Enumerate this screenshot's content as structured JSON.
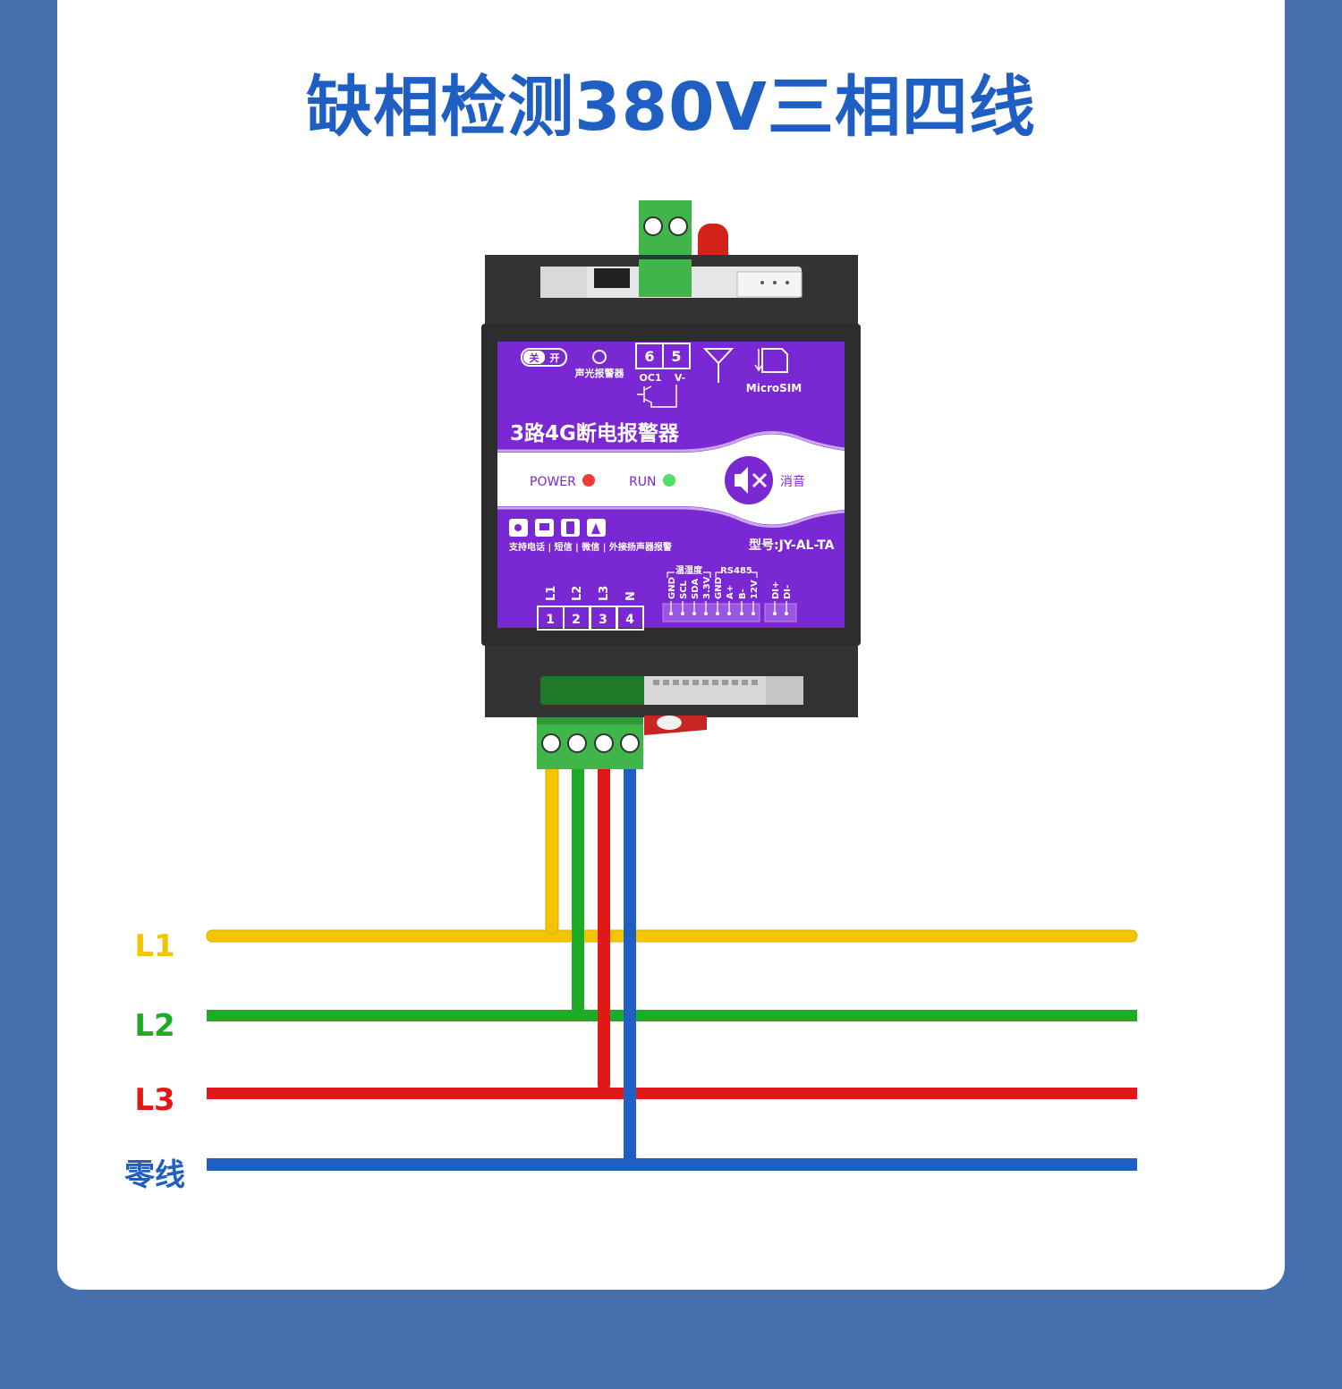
{
  "title": "缺相检测380V三相四线",
  "device": {
    "switch_off": "关",
    "switch_on": "开",
    "alarm_label": "声光报警器",
    "oc_pin6": "6",
    "oc_pin5": "5",
    "oc1": "OC1",
    "v_minus": "V-",
    "microsim": "MicroSIM",
    "product_name": "3路4G断电报警器",
    "power": "POWER",
    "run": "RUN",
    "mute": "消音",
    "support": "支持电话 | 短信 | 微信 | 外接扬声器报警",
    "model": "型号:JY-AL-TA",
    "temp_group": "温湿度",
    "rs485_group": "RS485",
    "bottom_pins": [
      "GND",
      "SCL",
      "SDA",
      "3.3V",
      "GND",
      "A+",
      "B-",
      "12V"
    ],
    "di_pins": [
      "DI+",
      "DI-"
    ],
    "phase_labels": [
      "L1",
      "L2",
      "L3",
      "N"
    ],
    "terminal_numbers": [
      "1",
      "2",
      "3",
      "4"
    ]
  },
  "lines": [
    {
      "label": "L1",
      "color": "#f5c400"
    },
    {
      "label": "L2",
      "color": "#1eab25"
    },
    {
      "label": "L3",
      "color": "#e01818"
    },
    {
      "label": "零线",
      "color": "#1f5fc4"
    }
  ],
  "colors": {
    "background": "#4570ad",
    "title": "#1f5fc4",
    "panel_purple": "#7a28d4",
    "terminal_green": "#3fb54a"
  }
}
